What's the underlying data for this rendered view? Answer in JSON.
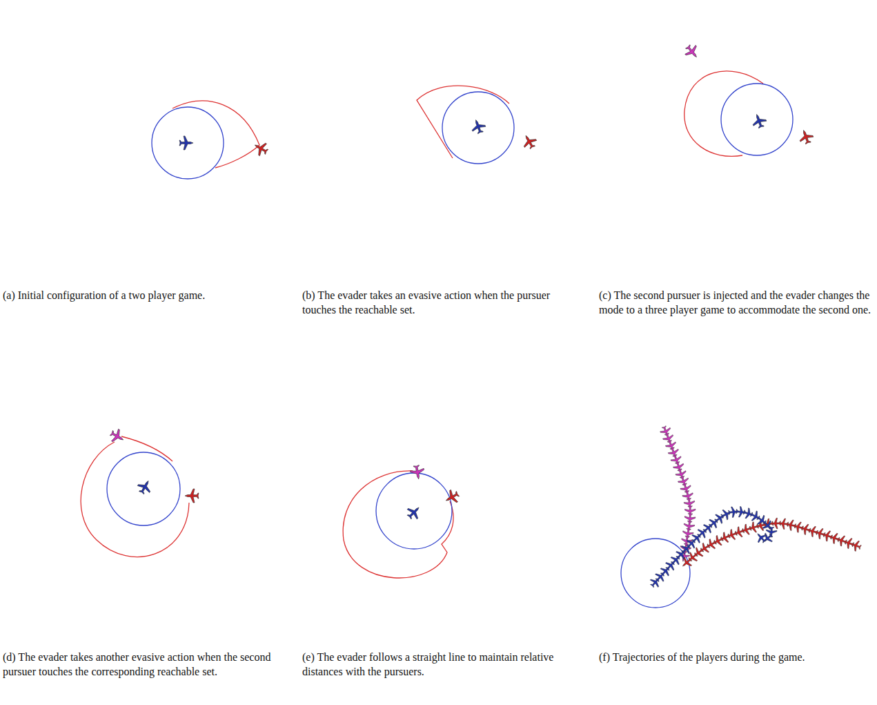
{
  "diagram": {
    "labels": [
      "(a) Initial configuration of a two player game.",
      "(b) The evader takes an evasive action when the pursuer touches the reachable set.",
      "(c) The second pursuer is injected and the evader changes the mode to a three player game to accommodate the second one.",
      "(d) The evader takes another evasive action when the second pursuer touches the corresponding reachable set.",
      "(e) The evader follows a straight line to maintain relative distances with the pursuers.",
      "(f) Trajectories of the players during the game."
    ]
  }
}
